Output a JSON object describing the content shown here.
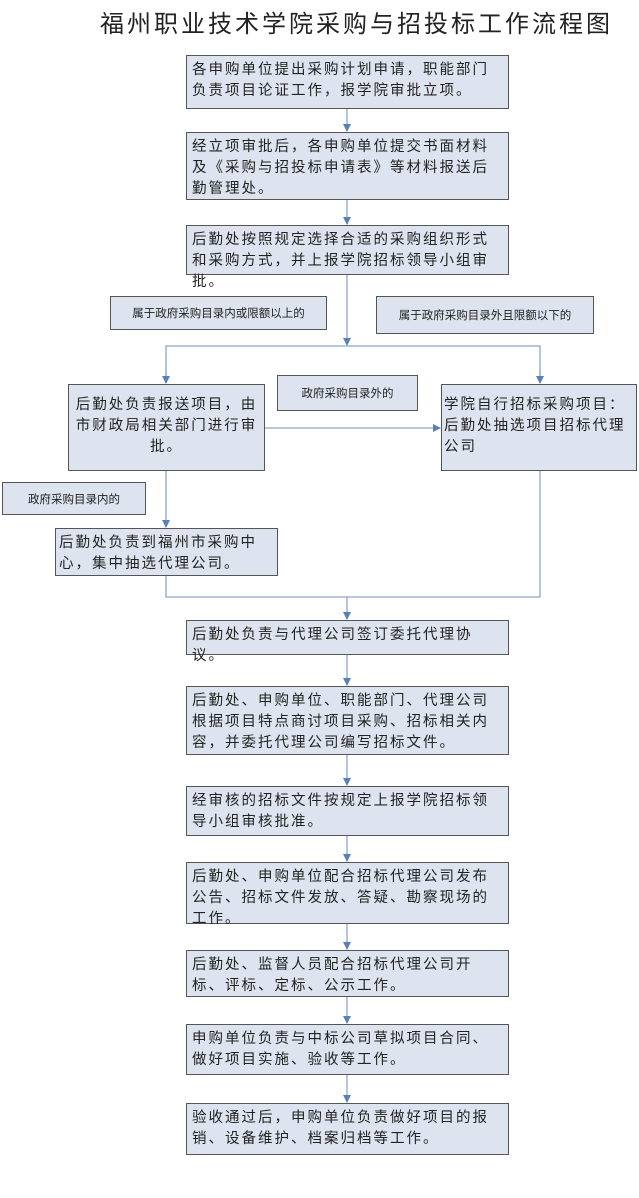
{
  "title": "福州职业技术学院采购与招投标工作流程图",
  "steps": {
    "s1": "各申购单位提出采购计划申请，职能部门负责项目论证工作，报学院审批立项。",
    "s2": "经立项审批后，各申购单位提交书面材料及《采购与招投标申请表》等材料报送后勤管理处。",
    "s3": "后勤处按照规定选择合适的采购组织形式和采购方式，并上报学院招标领导小组审批。",
    "left": "后勤处负责报送项目，由市财政局相关部门进行审批。",
    "right": "学院自行招标采购项目：后勤处抽选项目招标代理公司",
    "center": "后勤处负责到福州市采购中心，集中抽选代理公司。",
    "s4": "后勤处负责与代理公司签订委托代理协议。",
    "s5": "后勤处、申购单位、职能部门、代理公司根据项目特点商讨项目采购、招标相关内容，并委托代理公司编写招标文件。",
    "s6": "经审核的招标文件按规定上报学院招标领导小组审核批准。",
    "s7": "后勤处、申购单位配合招标代理公司发布公告、招标文件发放、答疑、勘察现场的工作。",
    "s8": "后勤处、监督人员配合招标代理公司开标、评标、定标、公示工作。",
    "s9": "申购单位负责与中标公司草拟项目合同、做好项目实施、验收等工作。",
    "s10": "验收通过后，申购单位负责做好项目的报销、设备维护、档案归档等工作。"
  },
  "labels": {
    "above_limit": "属于政府采购目录内或限额以上的",
    "below_limit": "属于政府采购目录外且限额以下的",
    "outside_catalog": "政府采购目录外的",
    "inside_catalog": "政府采购目录内的"
  },
  "colors": {
    "box_fill": "#dde4ef",
    "border": "#555555",
    "connector": "#5b7fb8"
  }
}
